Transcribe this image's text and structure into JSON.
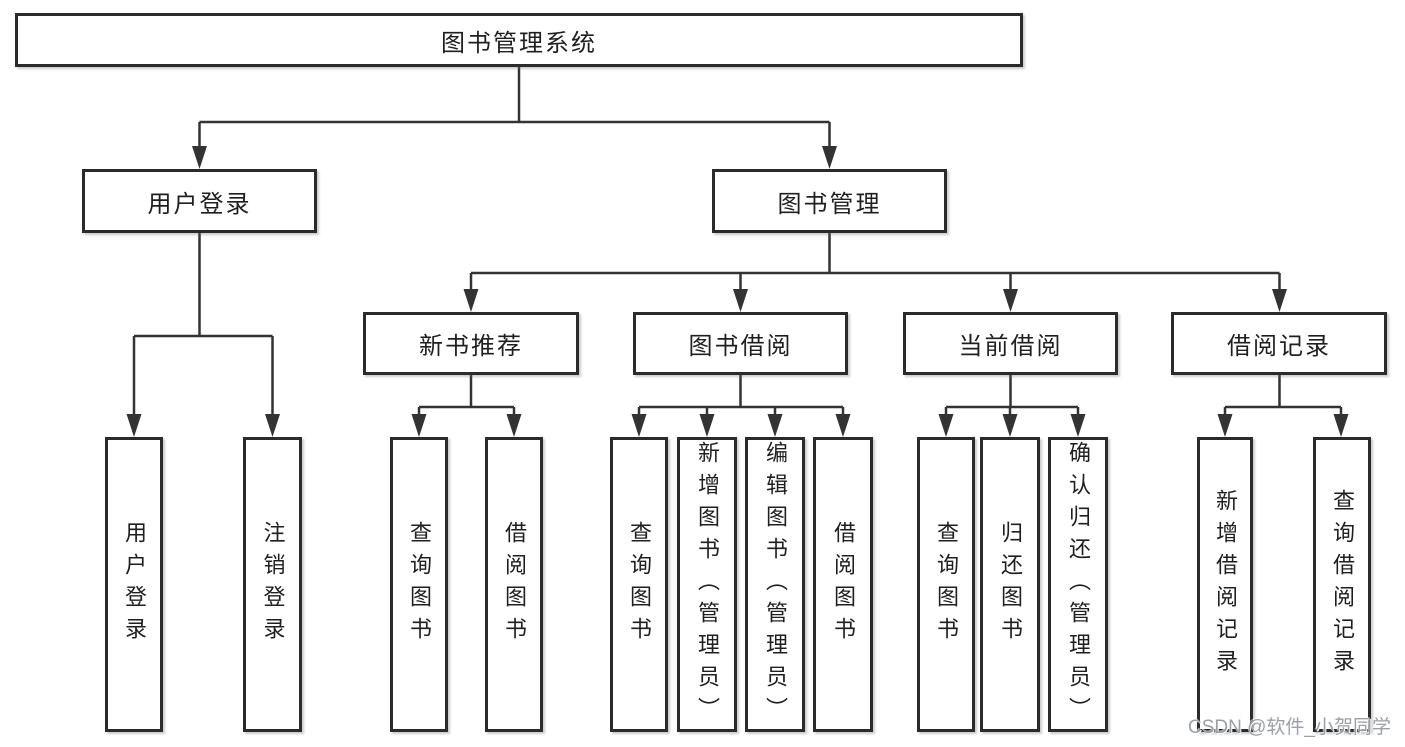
{
  "diagram": {
    "type": "hierarchy-tree",
    "title": "图书管理系统",
    "nodes": {
      "root": "图书管理系统",
      "user_login": "用户登录",
      "book_mgmt": "图书管理",
      "new_books": "新书推荐",
      "book_borrow": "图书借阅",
      "current_borrow": "当前借阅",
      "borrow_records": "借阅记录",
      "user_login_leaf": "用户登录",
      "logout_leaf": "注销登录",
      "nb_query": "查询图书",
      "nb_borrow": "借阅图书",
      "bb_query": "查询图书",
      "bb_add": "新增图书（管理员）",
      "bb_edit": "编辑图书（管理员）",
      "bb_borrow": "借阅图书",
      "cb_query": "查询图书",
      "cb_return": "归还图书",
      "cb_confirm": "确认归还（管理员）",
      "br_add": "新增借阅记录",
      "br_query": "查询借阅记录"
    },
    "hierarchy": {
      "图书管理系统": {
        "用户登录": [
          "用户登录",
          "注销登录"
        ],
        "图书管理": {
          "新书推荐": [
            "查询图书",
            "借阅图书"
          ],
          "图书借阅": [
            "查询图书",
            "新增图书（管理员）",
            "编辑图书（管理员）",
            "借阅图书"
          ],
          "当前借阅": [
            "查询图书",
            "归还图书",
            "确认归还（管理员）"
          ],
          "借阅记录": [
            "新增借阅记录",
            "查询借阅记录"
          ]
        }
      }
    },
    "watermark": "CSDN @软件_小贺同学",
    "colors": {
      "line": "#333333",
      "box_border": "#2b2b2b",
      "text": "#1f1f1f",
      "background": "#ffffff",
      "watermark": "#9aa0a6"
    }
  }
}
